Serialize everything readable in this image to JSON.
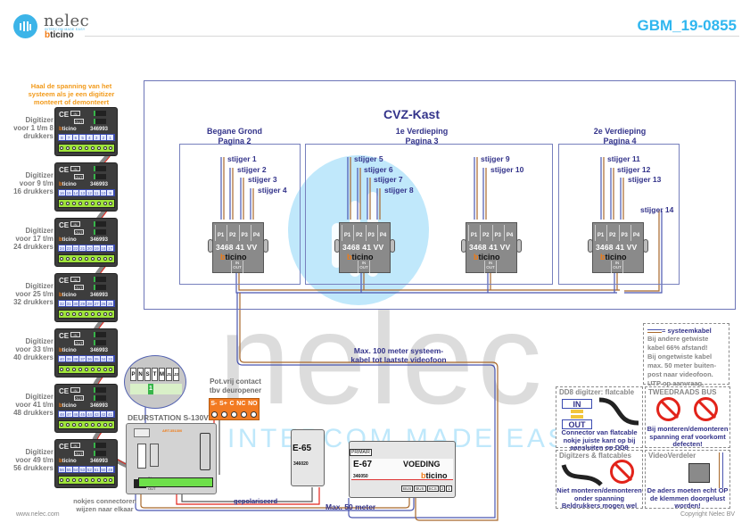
{
  "header": {
    "brand": "nelec",
    "tagline": "INTERCOM MADE EASY",
    "partner": "bticino",
    "doc_id": "GBM_19-0855"
  },
  "watermark": {
    "brand": "nelec",
    "tagline": "INTERCOM MADE EASY"
  },
  "warning_top": "Haal de spanning van het systeem als je een digitizer monteert of demonteert",
  "cvz": {
    "title": "CVZ-Kast",
    "floors": [
      {
        "name": "Begane Grond",
        "page": "Pagina 2",
        "risers": [
          "stijger 1",
          "stijger 2",
          "stijger 3",
          "stijger 4"
        ]
      },
      {
        "name": "1e Verdieping",
        "page": "Pagina 3",
        "risers": [
          "stijger 5",
          "stijger 6",
          "stijger 7",
          "stijger 8",
          "stijger 9",
          "stijger 10"
        ]
      },
      {
        "name": "2e Verdieping",
        "page": "Pagina 4",
        "risers": [
          "stijger 11",
          "stijger 12",
          "stijger 13",
          "stijger 14"
        ]
      }
    ]
  },
  "splitter": {
    "ports": [
      "P1",
      "P2",
      "P3",
      "P4"
    ],
    "model": "3468 41   VV",
    "brand_b": "b",
    "brand_rest": "ticino",
    "io_in": "IN",
    "io_out": "OUT"
  },
  "digitizers": [
    {
      "label": "Digitizer voor 1 t/m 8 drukkers",
      "code": "346993",
      "keys": [
        "1",
        "2",
        "3",
        "4",
        "5",
        "6",
        "7",
        "8"
      ]
    },
    {
      "label": "Digitizer voor 9 t/m 16 drukkers",
      "code": "346993",
      "keys": [
        "9",
        "10",
        "11",
        "12",
        "13",
        "14",
        "15",
        "16"
      ]
    },
    {
      "label": "Digitizer voor 17 t/m 24 drukkers",
      "code": "346993",
      "keys": [
        "17",
        "18",
        "19",
        "20",
        "21",
        "22",
        "23",
        "24"
      ]
    },
    {
      "label": "Digitizer voor 25 t/m 32 drukkers",
      "code": "346993",
      "keys": [
        "25",
        "26",
        "27",
        "28",
        "29",
        "30",
        "31",
        "32"
      ]
    },
    {
      "label": "Digitizer voor 33 t/m 40 drukkers",
      "code": "346993",
      "keys": [
        "33",
        "34",
        "35",
        "36",
        "37",
        "38",
        "39",
        "40"
      ]
    },
    {
      "label": "Digitizer voor 41 t/m 48 drukkers",
      "code": "346993",
      "keys": [
        "41",
        "42",
        "43",
        "44",
        "45",
        "46",
        "47",
        "48"
      ]
    },
    {
      "label": "Digitizer voor 49 t/m 56 drukkers",
      "code": "346993",
      "keys": [
        "49",
        "50",
        "51",
        "52",
        "53",
        "54",
        "55",
        "56"
      ]
    }
  ],
  "digitizer_common": {
    "ce": "CE",
    "in": "IN",
    "out": "OUT",
    "brand_b": "b",
    "brand_rest": "ticino"
  },
  "connector_note": "nokjes connectoren wijzen naar elkaar",
  "door_station": {
    "title": "DEURSTATION S-130V",
    "jumper_labels": [
      "P",
      "N",
      "S",
      "T",
      "M",
      "J1",
      "J2"
    ],
    "jumper_selected": "1",
    "in_label": "IN",
    "out_label": "OUT",
    "art": "ART.351300"
  },
  "relay": {
    "label": "Pot.vrij contact tbv deuropener",
    "terminals": [
      "S-",
      "S+",
      "C",
      "NC",
      "NO"
    ]
  },
  "e65": {
    "name": "E-65",
    "code": "346020"
  },
  "e67": {
    "name": "E-67",
    "function": "VOEDING",
    "code": "346050",
    "primair": "PRIMAIR",
    "brand_b": "b",
    "brand_rest": "ticino",
    "bus_labels": [
      "BUS",
      "BUS",
      "SCS",
      "2",
      "1"
    ],
    "tk": "TK",
    "pi": "PI"
  },
  "wires": {
    "riser_max": "Max. 100 meter systeem- kabel tot laatste videofoon",
    "polarized": "gepolariseerd",
    "max50": "Max. 50 meter"
  },
  "legend": {
    "cable": {
      "line_label": "= systeemkabel",
      "notes": [
        "Bij andere getwiste",
        "kabel 66% afstand!",
        "Bij ongetwiste kabel",
        "max. 50 meter buiten-",
        "post naar videofoon.",
        "UTP op aanvraag."
      ]
    },
    "dd8": {
      "title": "DD8 digitzer: flatcable",
      "in": "IN",
      "out": "OUT",
      "text": "Connector van flatcable nokje juiste kant op bij aansluiten op DD8"
    },
    "bus": {
      "title": "TWEEDRAADS BUS",
      "text": "Bij monteren/demonteren spanning eraf voorkomt defecten!"
    },
    "digitizers": {
      "title": "Digitzers & flatcables",
      "text": "Niet monteren/demonteren onder spanning Beldrukkers mogen wel"
    },
    "video": {
      "title": "VideoVerdeler",
      "text": "De aders moeten echt OP de klemmen doorgelust worden!"
    }
  },
  "colors": {
    "accent_blue": "#2fb6ef",
    "navy_text": "#33338a",
    "wire_blue": "#4a56b0",
    "wire_brown": "#a8682b",
    "relay_orange": "#f27a21",
    "bticino_orange": "#f07a14",
    "terminal_green": "#9fe43b",
    "warning_orange": "#f29a1a",
    "prohibit_red": "#e2231a"
  },
  "footer": {
    "left": "www.nelec.com",
    "right": "Copyright Nelec BV"
  }
}
